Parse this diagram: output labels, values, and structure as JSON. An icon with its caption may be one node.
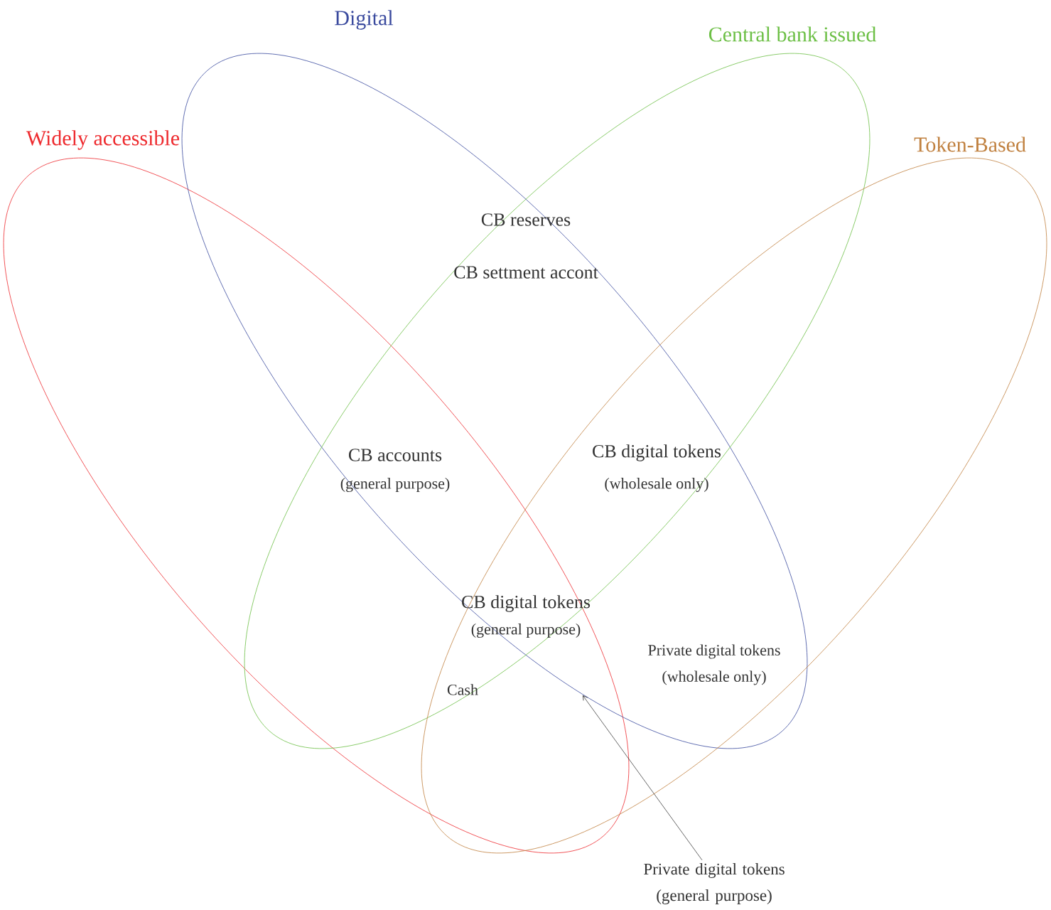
{
  "diagram": {
    "nodes": [
      {
        "text": [
          "Widely accessible"
        ]
      },
      {
        "text": [
          "Digital"
        ]
      },
      {
        "text": [
          "Central bank issued"
        ]
      },
      {
        "text": [
          "Token-Based"
        ]
      },
      {
        "text": [
          "Private digital tokens (general purpose)"
        ]
      }
    ],
    "edges": [
      {
        "from": 4,
        "to": 0,
        "arrow": "to"
      }
    ],
    "labels": [
      "CB reserves",
      "CB settment accont",
      "CB accounts",
      "(general purpose)",
      "CB digital tokens",
      "(wholesale only)",
      "CB digital tokens",
      "(general purpose)",
      "Private digital tokens (wholesale only)",
      "Cash"
    ]
  }
}
